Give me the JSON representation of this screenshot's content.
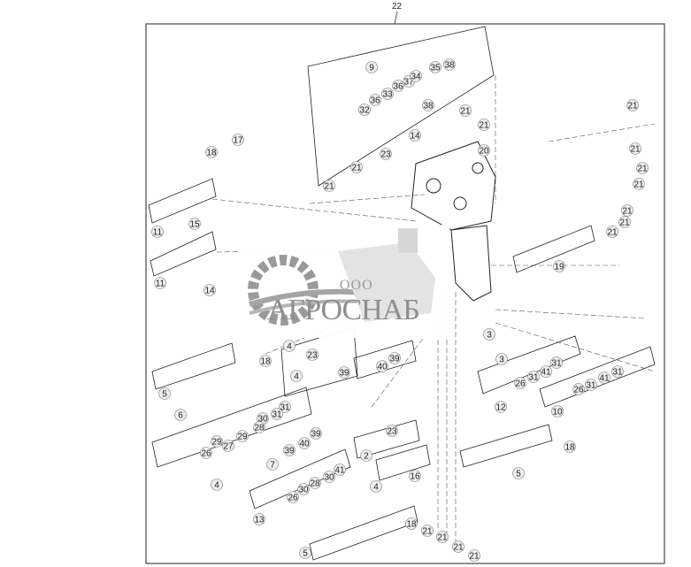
{
  "diagram": {
    "assembly_label": "22",
    "callouts": [
      "9",
      "36",
      "33",
      "36",
      "37",
      "34",
      "35",
      "38",
      "32",
      "38",
      "21",
      "21",
      "14",
      "20",
      "23",
      "21",
      "21",
      "18",
      "17",
      "11",
      "15",
      "11",
      "14",
      "21",
      "21",
      "21",
      "21",
      "21",
      "21",
      "21",
      "19",
      "3",
      "3",
      "31",
      "41",
      "31",
      "26",
      "12",
      "10",
      "26",
      "31",
      "41",
      "31",
      "18",
      "5",
      "4",
      "23",
      "39",
      "40",
      "39",
      "4",
      "6",
      "31",
      "31",
      "30",
      "28",
      "29",
      "27",
      "29",
      "26",
      "39",
      "40",
      "39",
      "7",
      "4",
      "23",
      "2",
      "4",
      "16",
      "28",
      "30",
      "30",
      "26",
      "41",
      "13",
      "18",
      "5",
      "18",
      "5",
      "21",
      "21",
      "21",
      "21"
    ],
    "line_color": "#222222",
    "dash_color": "#555555"
  },
  "watermark": {
    "prefix": "ООО",
    "name": "АГРОСНАБ",
    "color": "#8e8e8e"
  }
}
